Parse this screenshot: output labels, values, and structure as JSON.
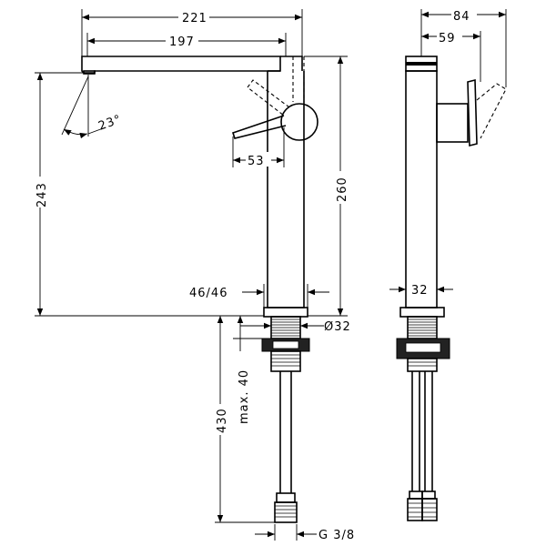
{
  "drawing": {
    "type": "technical-dimension-drawing",
    "dimensions": {
      "d221": "221",
      "d197": "197",
      "d23deg": "23°",
      "d243": "243",
      "d260": "260",
      "d53": "53",
      "d46": "46/46",
      "d32dia": "Ø32",
      "dmax40": "max. 40",
      "d430": "430",
      "dG38": "G 3/8",
      "d84": "84",
      "d59": "59",
      "d32": "32"
    }
  }
}
